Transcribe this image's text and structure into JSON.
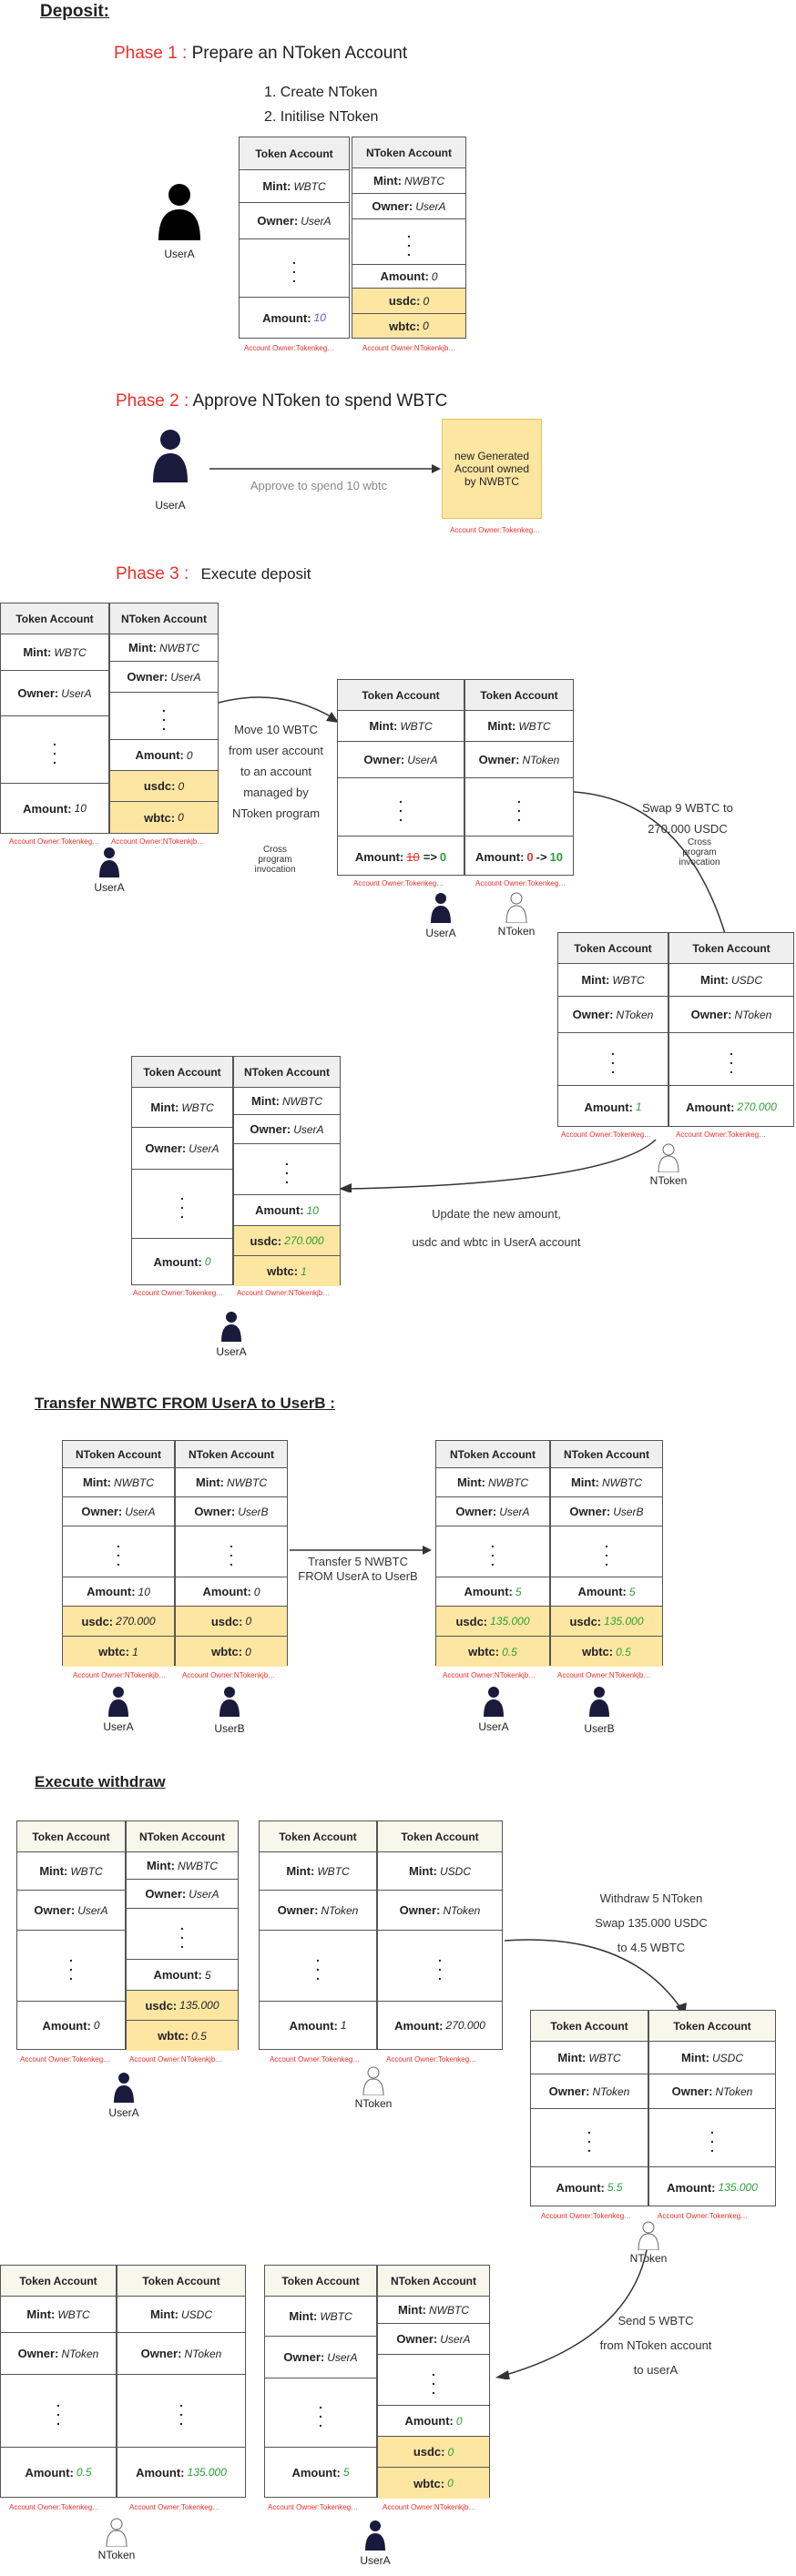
{
  "titles": {
    "deposit": "Deposit:",
    "transfer": "Transfer NWBTC FROM UserA to UserB :",
    "withdraw": "Execute withdraw"
  },
  "phases": {
    "p1_label": "Phase 1 :",
    "p1_text": "Prepare an NToken Account",
    "p1_step1": "1. Create NToken",
    "p1_step2": "2. Initilise NToken",
    "p2_label": "Phase 2 :",
    "p2_text": "Approve NToken to spend WBTC",
    "p3_label": "Phase 3 :",
    "p3_text": "Execute deposit"
  },
  "labels": {
    "token_account": "Token Account",
    "ntoken_account": "NToken Account",
    "mint": "Mint:",
    "owner": "Owner:",
    "amount": "Amount:",
    "usdc": "usdc:",
    "wbtc": "wbtc:",
    "dot": "."
  },
  "values": {
    "WBTC": "WBTC",
    "NWBTC": "NWBTC",
    "USDC": "USDC",
    "UserA": "UserA",
    "UserB": "UserB",
    "NToken": "NToken",
    "v0": "0",
    "v1": "1",
    "v5": "5",
    "v10": "10",
    "v0_5": "0.5",
    "v5_5": "5.5",
    "v270": "270.000",
    "v135": "135.000",
    "arrow_to": "=>",
    "arrow_small": "->"
  },
  "captions": {
    "token": "Account Owner:Tokenkeg…",
    "ntoken": "Account Owner:NTokenkjb…",
    "token2": "Account Owner:Tokenkeg…"
  },
  "actors": {
    "userA": "UserA",
    "userB": "UserB",
    "ntoken": "NToken"
  },
  "notes": {
    "approve": "Approve to spend 10 wbtc",
    "new_account": "new Generated Account owned by NWBTC",
    "move_1": "Move 10 WBTC",
    "move_2": "from user account",
    "move_3": "to  an account",
    "move_4": "managed  by",
    "move_5": "NToken program",
    "cpi_1": "Cross",
    "cpi_2": "program",
    "cpi_3": "invocation",
    "swap_1": "Swap 9 WBTC to",
    "swap_2": "270.000 USDC",
    "update_1": "Update the new amount,",
    "update_2": "usdc and wbtc in UserA account",
    "transfer_1": "Transfer 5 NWBTC",
    "transfer_2": "FROM UserA to UserB",
    "withdraw_1": "Withdraw 5 NToken",
    "withdraw_2": "Swap  135.000 USDC",
    "withdraw_3": "to 4.5 WBTC",
    "send_1": "Send 5 WBTC",
    "send_2": "from NToken account",
    "send_3": "to userA"
  },
  "colors": {
    "phase_red": "#e8312c",
    "highlight_yellow": "#fde6a2",
    "green": "#2aa036",
    "user_navy": "#1a1a3d"
  }
}
